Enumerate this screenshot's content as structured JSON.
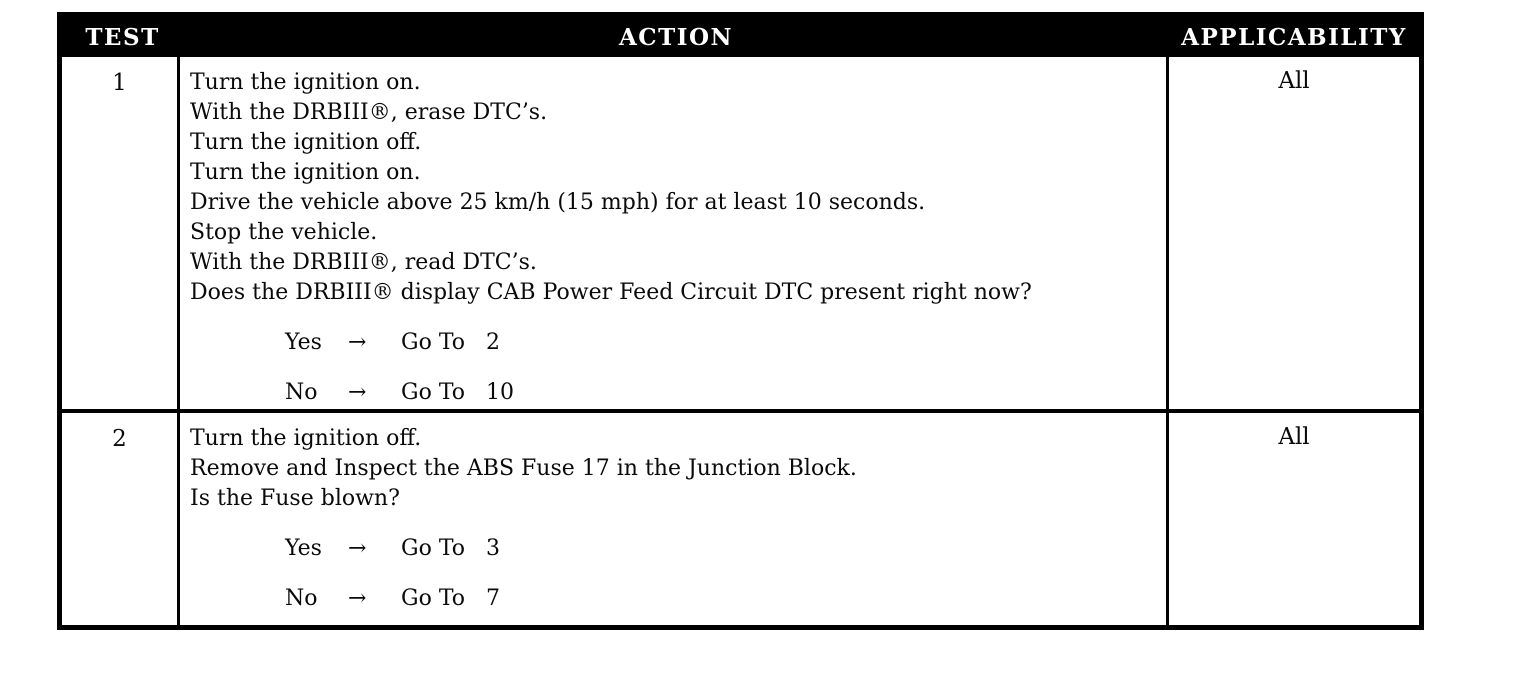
{
  "table": {
    "headers": [
      "TEST",
      "ACTION",
      "APPLICABILITY"
    ],
    "rows": [
      {
        "test": "1",
        "applicability": "All",
        "actions": [
          "Turn the ignition on.",
          "With the DRBIII®, erase DTC’s.",
          "Turn the ignition off.",
          "Turn the ignition on.",
          "Drive the vehicle above 25 km/h (15 mph) for at least 10 seconds.",
          "Stop the vehicle.",
          "With the DRBIII®, read DTC’s.",
          "Does the DRBIII® display CAB Power Feed Circuit DTC present right now?"
        ],
        "answers": [
          {
            "label": "Yes",
            "arrow": "→",
            "goto": "Go To",
            "target": "2"
          },
          {
            "label": "No",
            "arrow": "→",
            "goto": "Go To",
            "target": "10"
          }
        ]
      },
      {
        "test": "2",
        "applicability": "All",
        "actions": [
          "Turn the ignition off.",
          "Remove and Inspect the ABS Fuse 17 in the Junction Block.",
          "Is the Fuse blown?"
        ],
        "answers": [
          {
            "label": "Yes",
            "arrow": "→",
            "goto": "Go To",
            "target": "3"
          },
          {
            "label": "No",
            "arrow": "→",
            "goto": "Go To",
            "target": "7"
          }
        ]
      }
    ]
  }
}
